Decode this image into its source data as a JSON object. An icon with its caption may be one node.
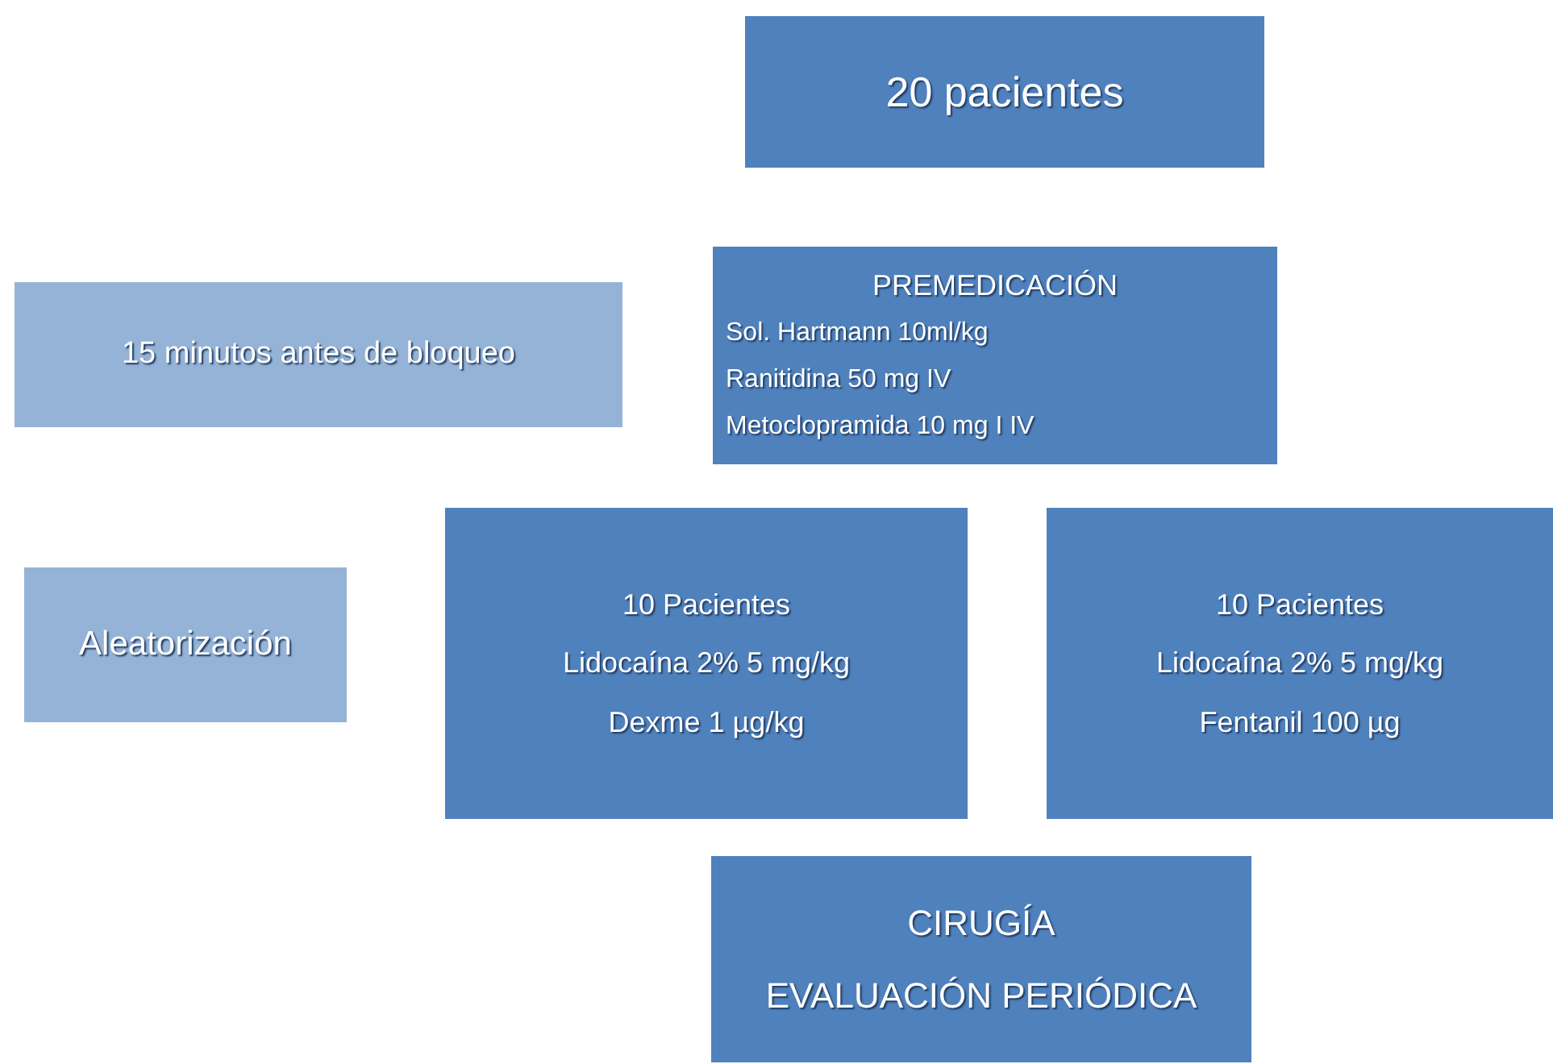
{
  "diagram": {
    "nodes": [
      {
        "text": [
          "20 pacientes"
        ]
      },
      {
        "text": [
          "15 minutos antes de bloqueo"
        ]
      },
      {
        "text": [
          "PREMEDICACIÓN",
          "Sol. Hartmann 10ml/kg",
          "Ranitidina 50 mg IV",
          "Metoclopramida 10 mg I IV"
        ]
      },
      {
        "text": [
          "Aleatorización"
        ]
      },
      {
        "text": [
          "10 Pacientes",
          "Lidocaína 2% 5 mg/kg",
          "Dexme 1 µg/kg"
        ]
      },
      {
        "text": [
          "10 Pacientes",
          "Lidocaína 2% 5 mg/kg",
          "Fentanil 100 µg"
        ]
      },
      {
        "text": [
          "CIRUGÍA",
          "EVALUACIÓN PERIÓDICA"
        ]
      }
    ]
  }
}
